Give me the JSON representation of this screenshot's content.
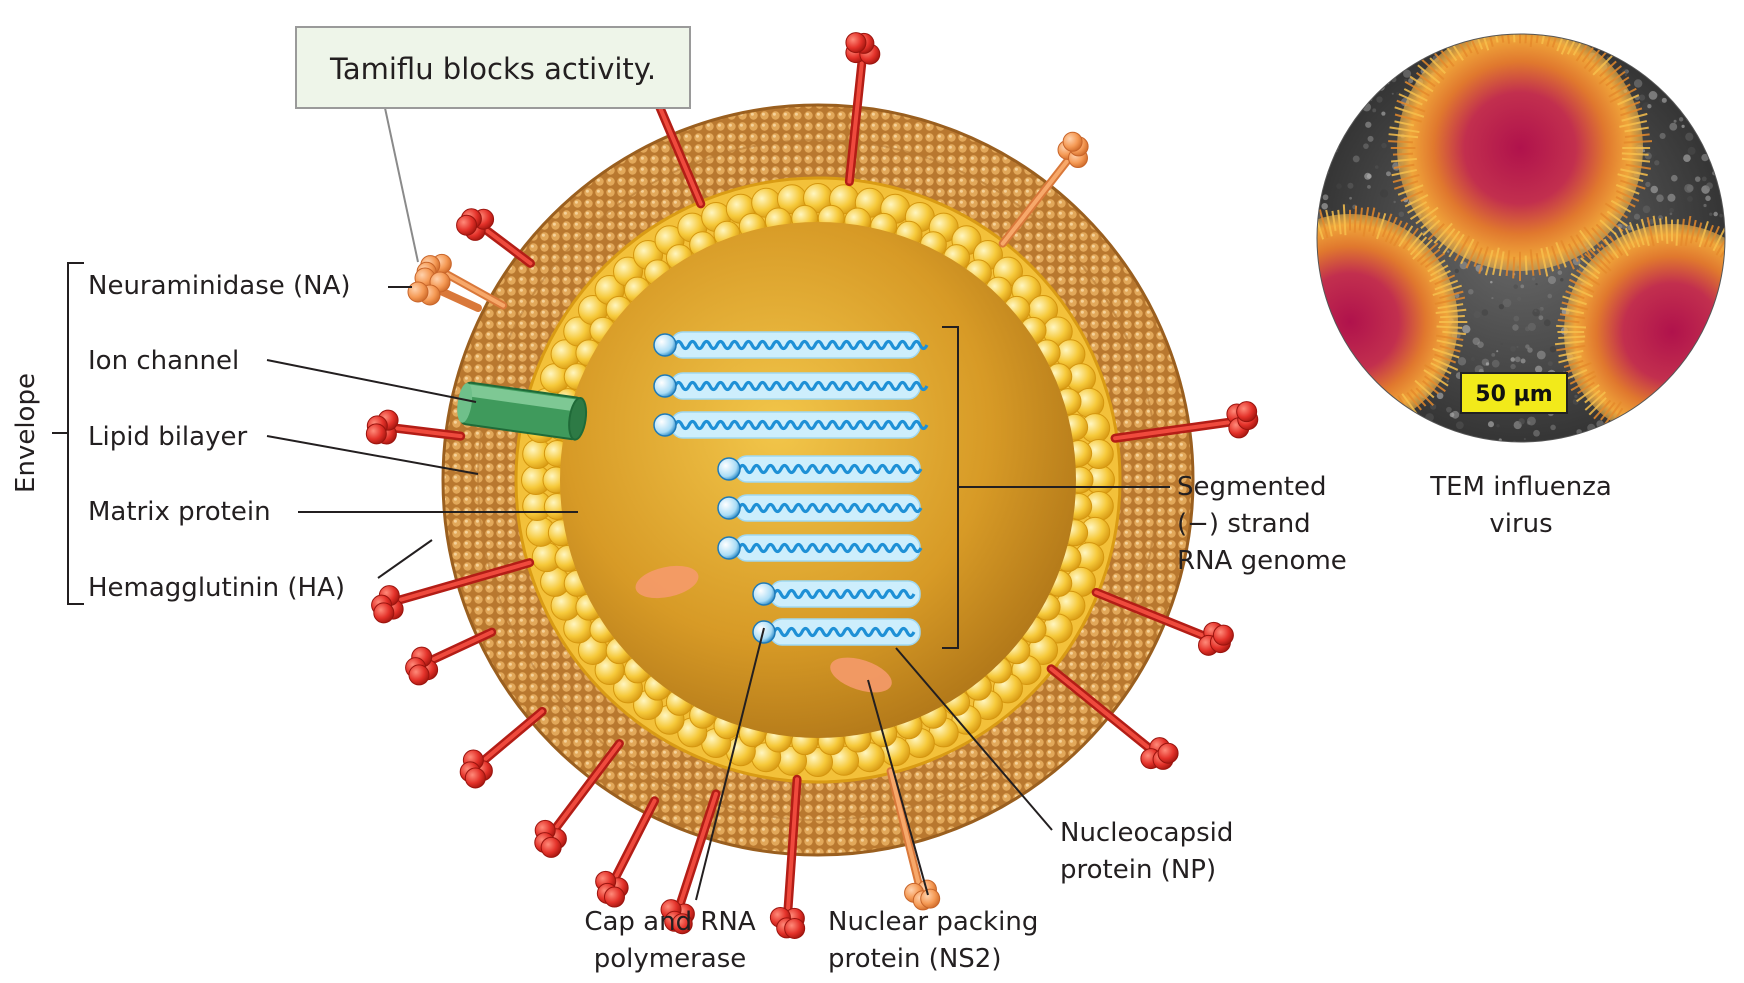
{
  "callout": {
    "text": "Tamiflu blocks activity."
  },
  "envelope": {
    "group_label": "Envelope",
    "components": [
      {
        "key": "neuraminidase",
        "label": "Neuraminidase (NA)"
      },
      {
        "key": "ion_channel",
        "label": "Ion channel"
      },
      {
        "key": "lipid_bilayer",
        "label": "Lipid bilayer"
      },
      {
        "key": "matrix_protein",
        "label": "Matrix protein"
      },
      {
        "key": "hemagglutinin",
        "label": "Hemagglutinin (HA)"
      }
    ]
  },
  "genome": {
    "lines": [
      "Segmented",
      "(−) strand",
      "RNA genome"
    ]
  },
  "interior_labels": {
    "cap_polymerase": [
      "Cap and RNA",
      "polymerase"
    ],
    "nuclear_packing": [
      "Nuclear packing",
      "protein (NS2)"
    ],
    "nucleocapsid": [
      "Nucleocapsid",
      "protein (NP)"
    ]
  },
  "micrograph": {
    "scale_bar": "50 µm",
    "caption": [
      "TEM influenza",
      "virus"
    ]
  },
  "colors": {
    "outer_membrane": "#c98a3c",
    "inner_layer": "#f4c63a",
    "core": "#c48a1e",
    "hemagglutinin": "#e8342c",
    "neuraminidase": "#f59a55",
    "ion_channel": "#4ba06a",
    "rna": "#1e90d6",
    "rna_shell": "#cdeefc",
    "callout_bg": "#eef5e9",
    "scale_badge": "#f2ea1a"
  }
}
